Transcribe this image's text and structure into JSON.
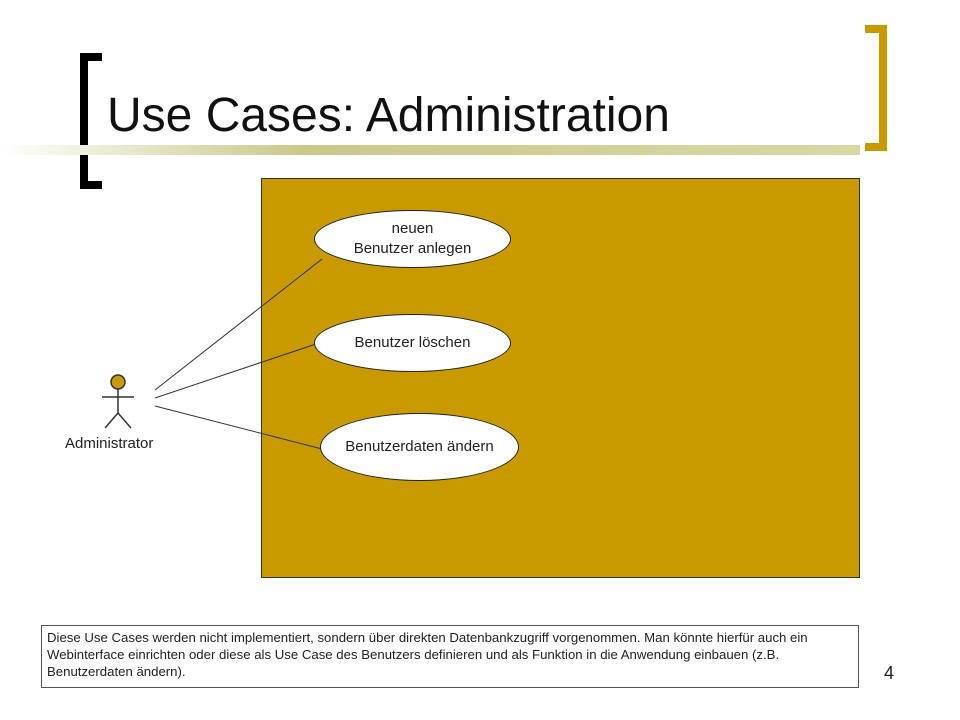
{
  "slide": {
    "title": "Use Cases: Administration",
    "page_number": "4"
  },
  "diagram": {
    "actor": {
      "label": "Administrator"
    },
    "use_cases": [
      {
        "label": "neuen\nBenutzer anlegen"
      },
      {
        "label": "Benutzer löschen"
      },
      {
        "label": "Benutzerdaten ändern"
      }
    ]
  },
  "note": {
    "text": "Diese Use Cases werden nicht implementiert, sondern über direkten Datenbankzugriff vorgenommen. Man könnte hierfür auch ein Webinterface einrichten oder diese als Use Case des Benutzers definieren und als Funktion in die Anwendung einbauen (z.B. Benutzerdaten ändern)."
  },
  "colors": {
    "system_fill": "#c99a00",
    "accent_bracket": "#c99a00",
    "actor_head": "#c99a00"
  }
}
